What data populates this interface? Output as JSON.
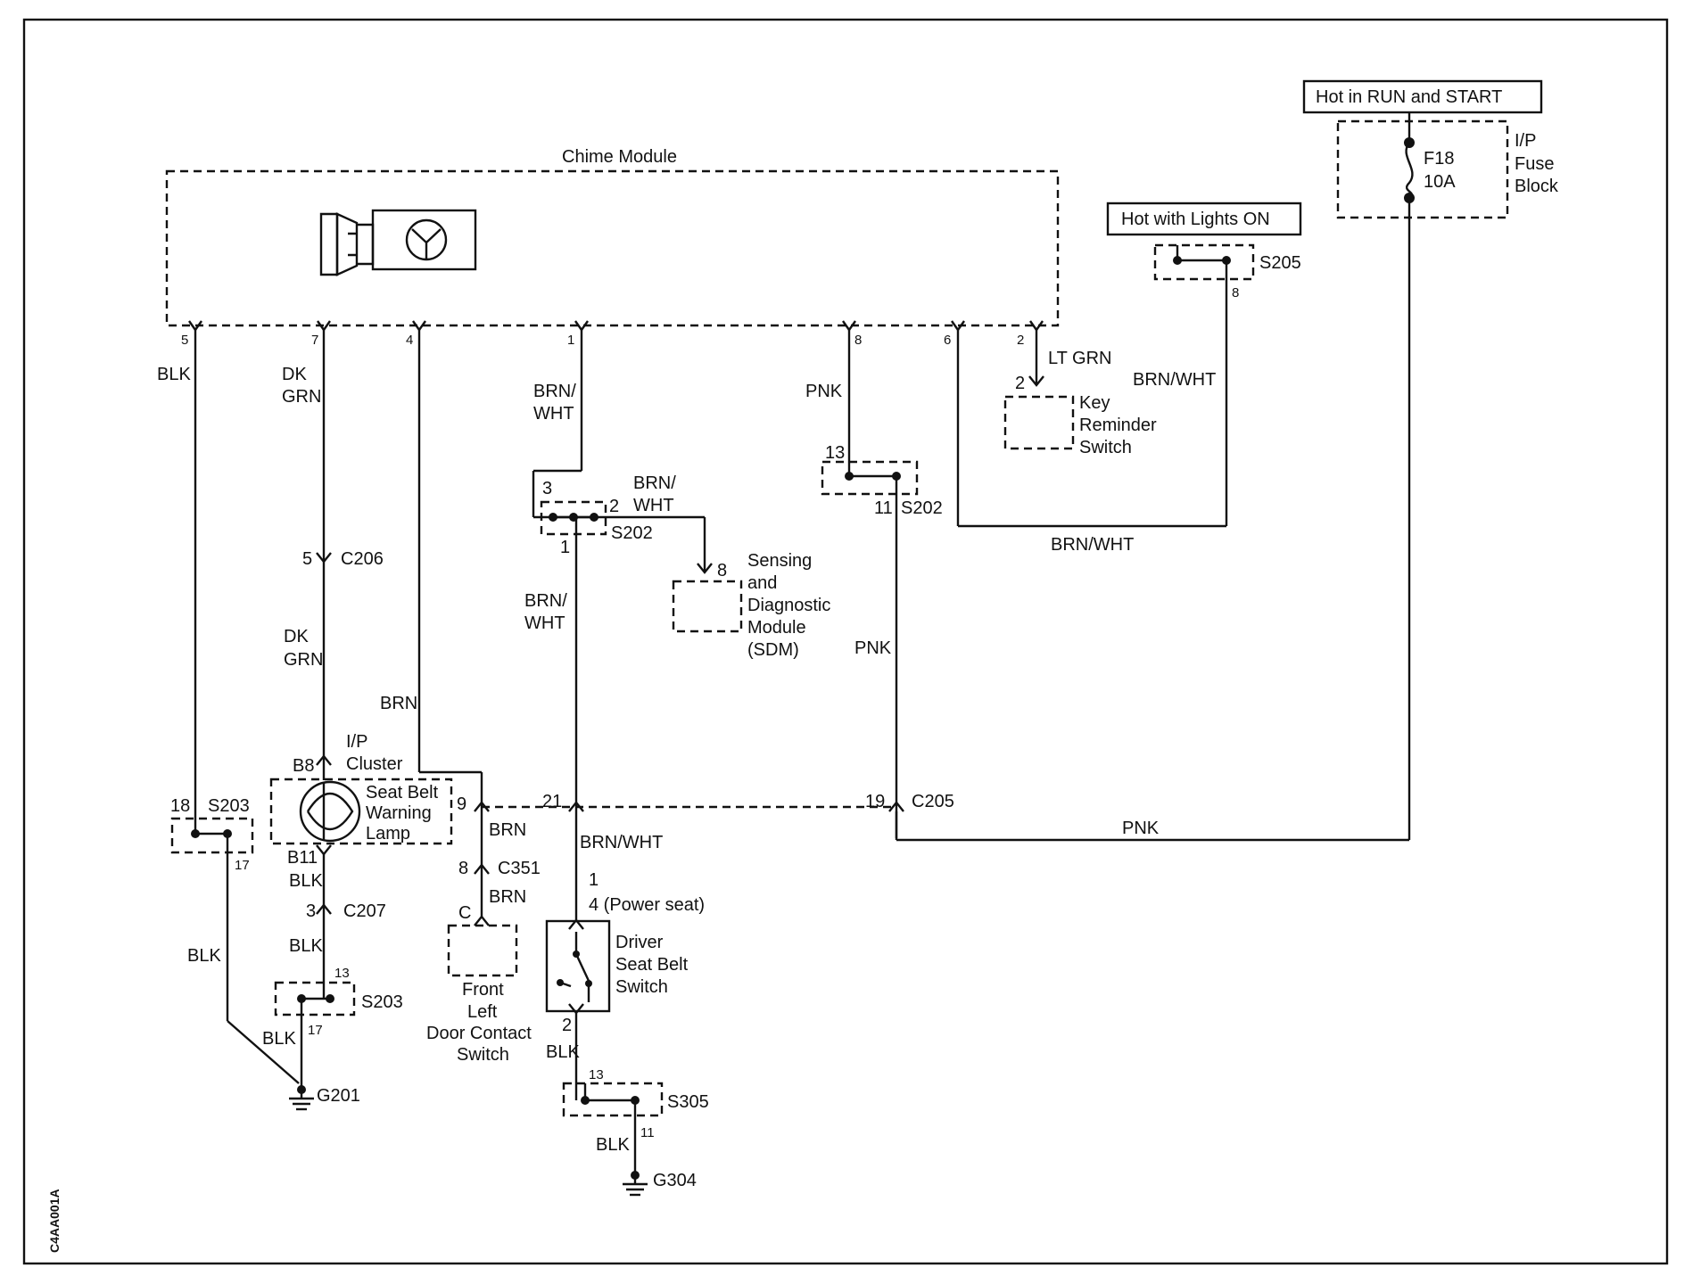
{
  "title_code": "C4AA001A",
  "power": {
    "run_start": "Hot in RUN and START",
    "lights_on": "Hot with Lights ON",
    "fuse": "F18",
    "fuse_rating": "10A",
    "fuse_block": [
      "I/P",
      "Fuse",
      "Block"
    ]
  },
  "chime_module": {
    "label": "Chime Module",
    "pins": [
      "5",
      "7",
      "4",
      "1",
      "8",
      "6",
      "2"
    ]
  },
  "wires": {
    "blk": "BLK",
    "dk": "DK",
    "grn": "GRN",
    "brn": "BRN",
    "brn_slash": "BRN/",
    "wht": "WHT",
    "brn_wht": "BRN/WHT",
    "pnk": "PNK",
    "lt_grn": "LT GRN"
  },
  "splices": {
    "s202": "S202",
    "s203": "S203",
    "s205": "S205",
    "s305": "S305"
  },
  "connectors": {
    "c205": "C205",
    "c206": "C206",
    "c207": "C207",
    "c351": "C351"
  },
  "grounds": {
    "g201": "G201",
    "g304": "G304"
  },
  "pin_numbers": {
    "p1": "1",
    "p2": "2",
    "p3": "3",
    "p4": "4",
    "p5": "5",
    "p8": "8",
    "p9": "9",
    "p11": "11",
    "p13": "13",
    "p17": "17",
    "p18": "18",
    "p19": "19",
    "p21": "21",
    "b8": "B8",
    "b11": "B11",
    "c": "C",
    "power_seat": "4 (Power seat)"
  },
  "components": {
    "key_reminder": [
      "Key",
      "Reminder",
      "Switch"
    ],
    "sdm": [
      "Sensing",
      "and",
      "Diagnostic",
      "Module",
      "(SDM)"
    ],
    "ip_cluster": [
      "I/P",
      "Cluster"
    ],
    "seat_belt_lamp": [
      "Seat Belt",
      "Warning",
      "Lamp"
    ],
    "door_switch": [
      "Front",
      "Left",
      "Door Contact",
      "Switch"
    ],
    "driver_switch": [
      "Driver",
      "Seat Belt",
      "Switch"
    ]
  }
}
